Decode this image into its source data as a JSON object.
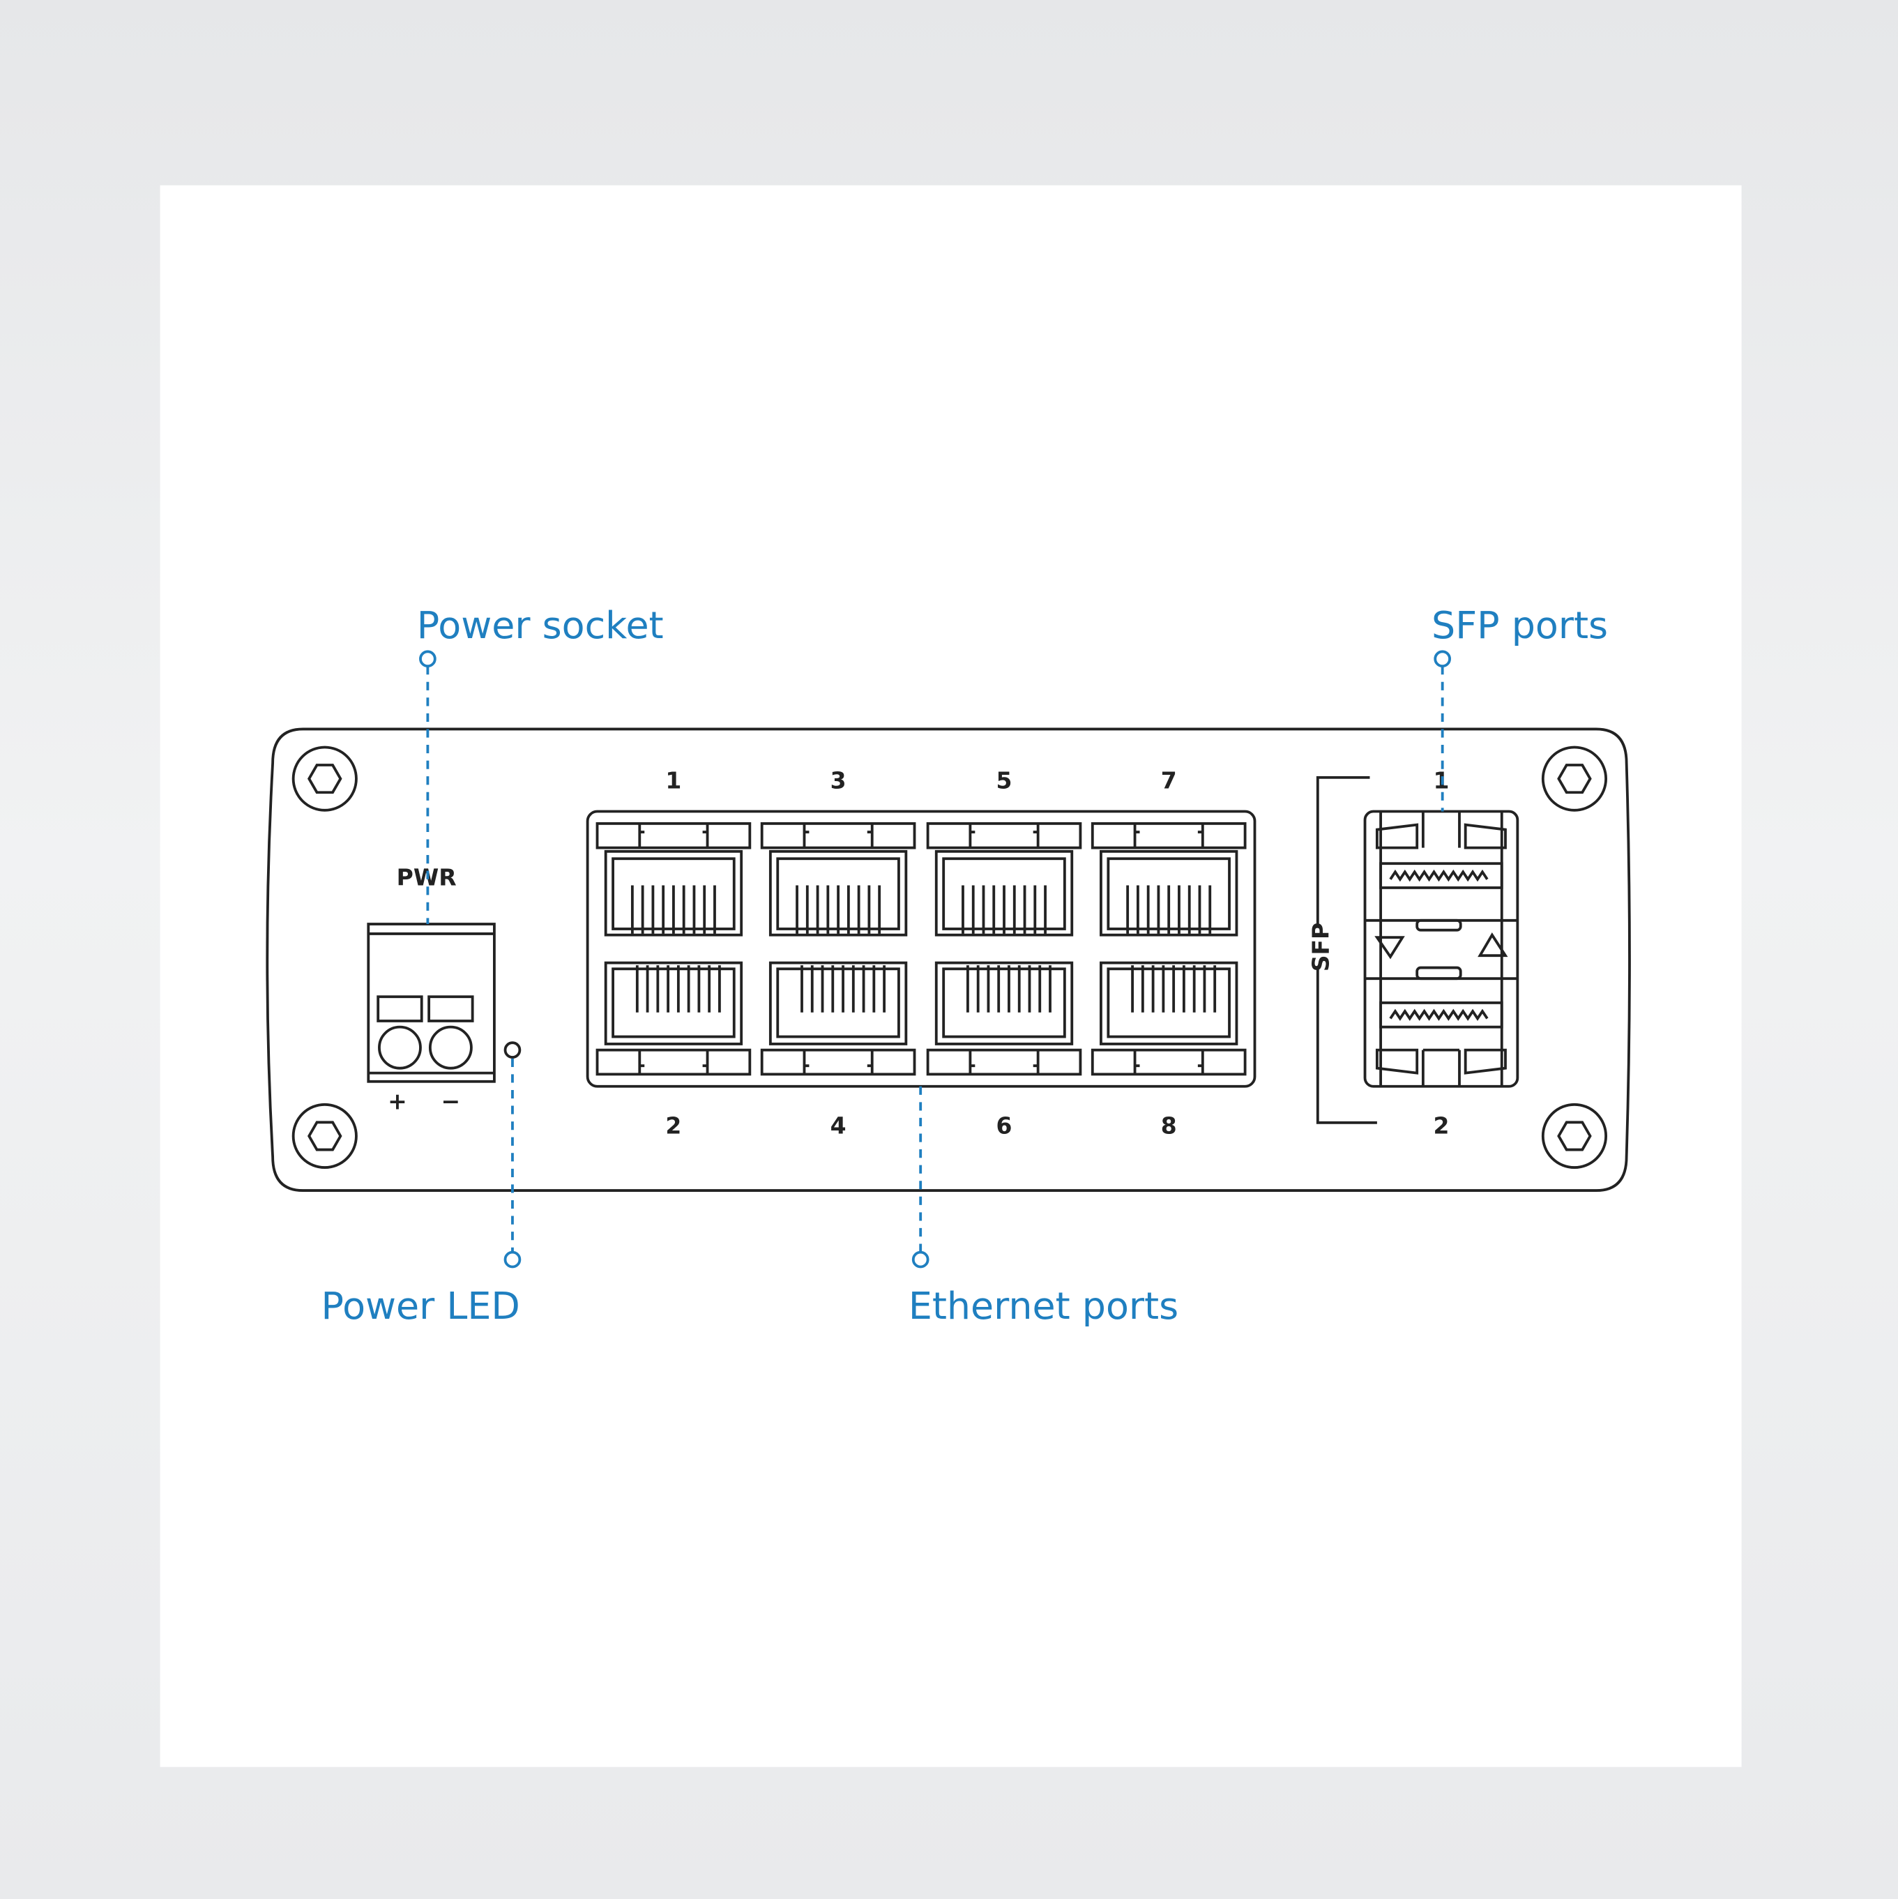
{
  "colors": {
    "callout": "#1f7fc0",
    "outline": "#222222",
    "panel": "#ffffff"
  },
  "callouts": {
    "power_socket": "Power socket",
    "sfp_ports": "SFP ports",
    "power_led": "Power LED",
    "ethernet_ports": "Ethernet ports"
  },
  "device": {
    "pwr_label": "PWR",
    "plus": "+",
    "minus": "−",
    "sfp_label": "SFP",
    "ethernet_top_numbers": [
      "1",
      "3",
      "5",
      "7"
    ],
    "ethernet_bottom_numbers": [
      "2",
      "4",
      "6",
      "8"
    ],
    "sfp_numbers": [
      "1",
      "2"
    ]
  }
}
